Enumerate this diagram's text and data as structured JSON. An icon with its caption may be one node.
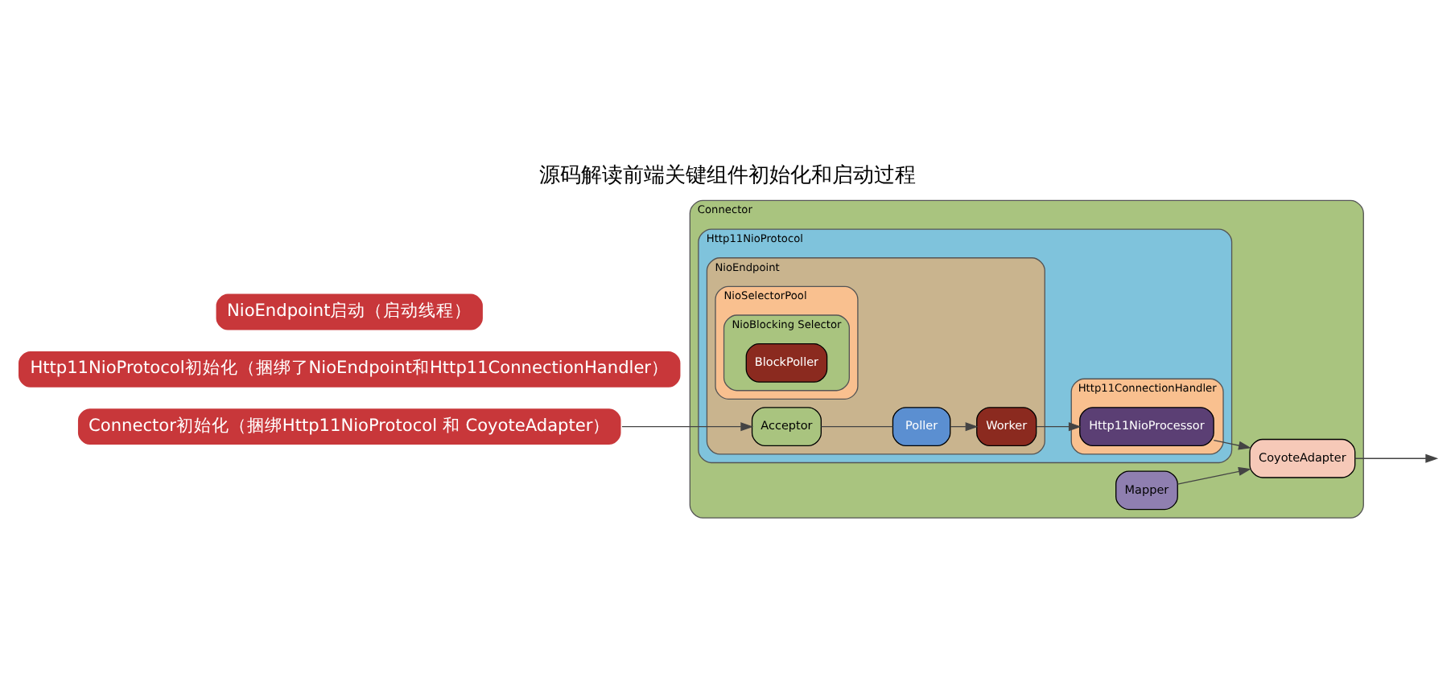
{
  "diagram": {
    "title": "源码解读前端关键组件初始化和启动过程",
    "nodes": [
      {
        "text": [
          "Connector初始化（捆绑Http11NioProtocol 和 CoyoteAdapter）"
        ]
      },
      {
        "text": [
          "Http11NioProtocol初始化（捆绑了NioEndpoint和Http11ConnectionHandler）"
        ]
      },
      {
        "text": [
          "NioEndpoint启动（启动线程）"
        ]
      },
      {
        "text": [
          "Connector"
        ]
      },
      {
        "text": [
          "Http11NioProtocol"
        ],
        "in": 3
      },
      {
        "text": [
          "NioEndpoint"
        ],
        "in": 4
      },
      {
        "text": [
          "Acceptor"
        ],
        "in": 5
      },
      {
        "text": [
          "Poller"
        ],
        "in": 5
      },
      {
        "text": [
          "Worker"
        ],
        "in": 5
      },
      {
        "text": [
          "NioSelectorPool"
        ],
        "in": 5
      },
      {
        "text": [
          "NioBlocking Selector"
        ],
        "in": 9
      },
      {
        "text": [
          "BlockPoller"
        ],
        "in": 10
      },
      {
        "text": [
          "Http11ConnectionHandler"
        ],
        "in": 4
      },
      {
        "text": [
          "Http11NioProcessor"
        ],
        "in": 12
      },
      {
        "text": [
          "Mapper"
        ],
        "in": 3
      },
      {
        "text": [
          "CoyoteAdapter"
        ],
        "in": 3
      }
    ],
    "edges": [
      {
        "from": 0,
        "to": 6,
        "arrow": "to"
      },
      {
        "from": 6,
        "to": 7,
        "arrow": "none"
      },
      {
        "from": 7,
        "to": 8,
        "arrow": "to"
      },
      {
        "from": 8,
        "to": 13,
        "arrow": "to"
      },
      {
        "from": 13,
        "to": 15,
        "arrow": "to"
      },
      {
        "from": 14,
        "to": 15,
        "arrow": "to"
      },
      {
        "from": 15,
        "to": null,
        "arrow": "to"
      }
    ]
  }
}
